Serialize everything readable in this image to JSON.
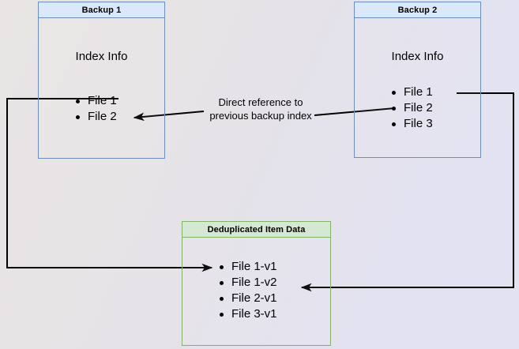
{
  "diagram": {
    "title_hidden": "",
    "colors": {
      "blue_fill": "#dae8fc",
      "blue_stroke": "#6c8ebf",
      "green_fill": "#d5e8d4",
      "green_stroke": "#82b366",
      "edge_stroke": "#000000",
      "background_start": "#e9e5e5",
      "background_end": "#e2e2f3"
    },
    "nodes": {
      "backup1": {
        "header": "Backup 1",
        "section_title": "Index Info",
        "files": [
          "File 1",
          "File 2"
        ]
      },
      "backup2": {
        "header": "Backup 2",
        "section_title": "Index Info",
        "files": [
          "File 1",
          "File 2",
          "File 3"
        ]
      },
      "dedup": {
        "header": "Deduplicated Item Data",
        "files": [
          "File 1-v1",
          "File 1-v2",
          "File 2-v1",
          "File 3-v1"
        ]
      }
    },
    "edges": {
      "reference_label": "Direct reference to\nprevious backup index",
      "backup1_to_dedup": "File 1 of Backup 1 points to File 1-v1",
      "backup2_to_dedup": "File 1 of Backup 2 points to File 1-v2"
    }
  }
}
